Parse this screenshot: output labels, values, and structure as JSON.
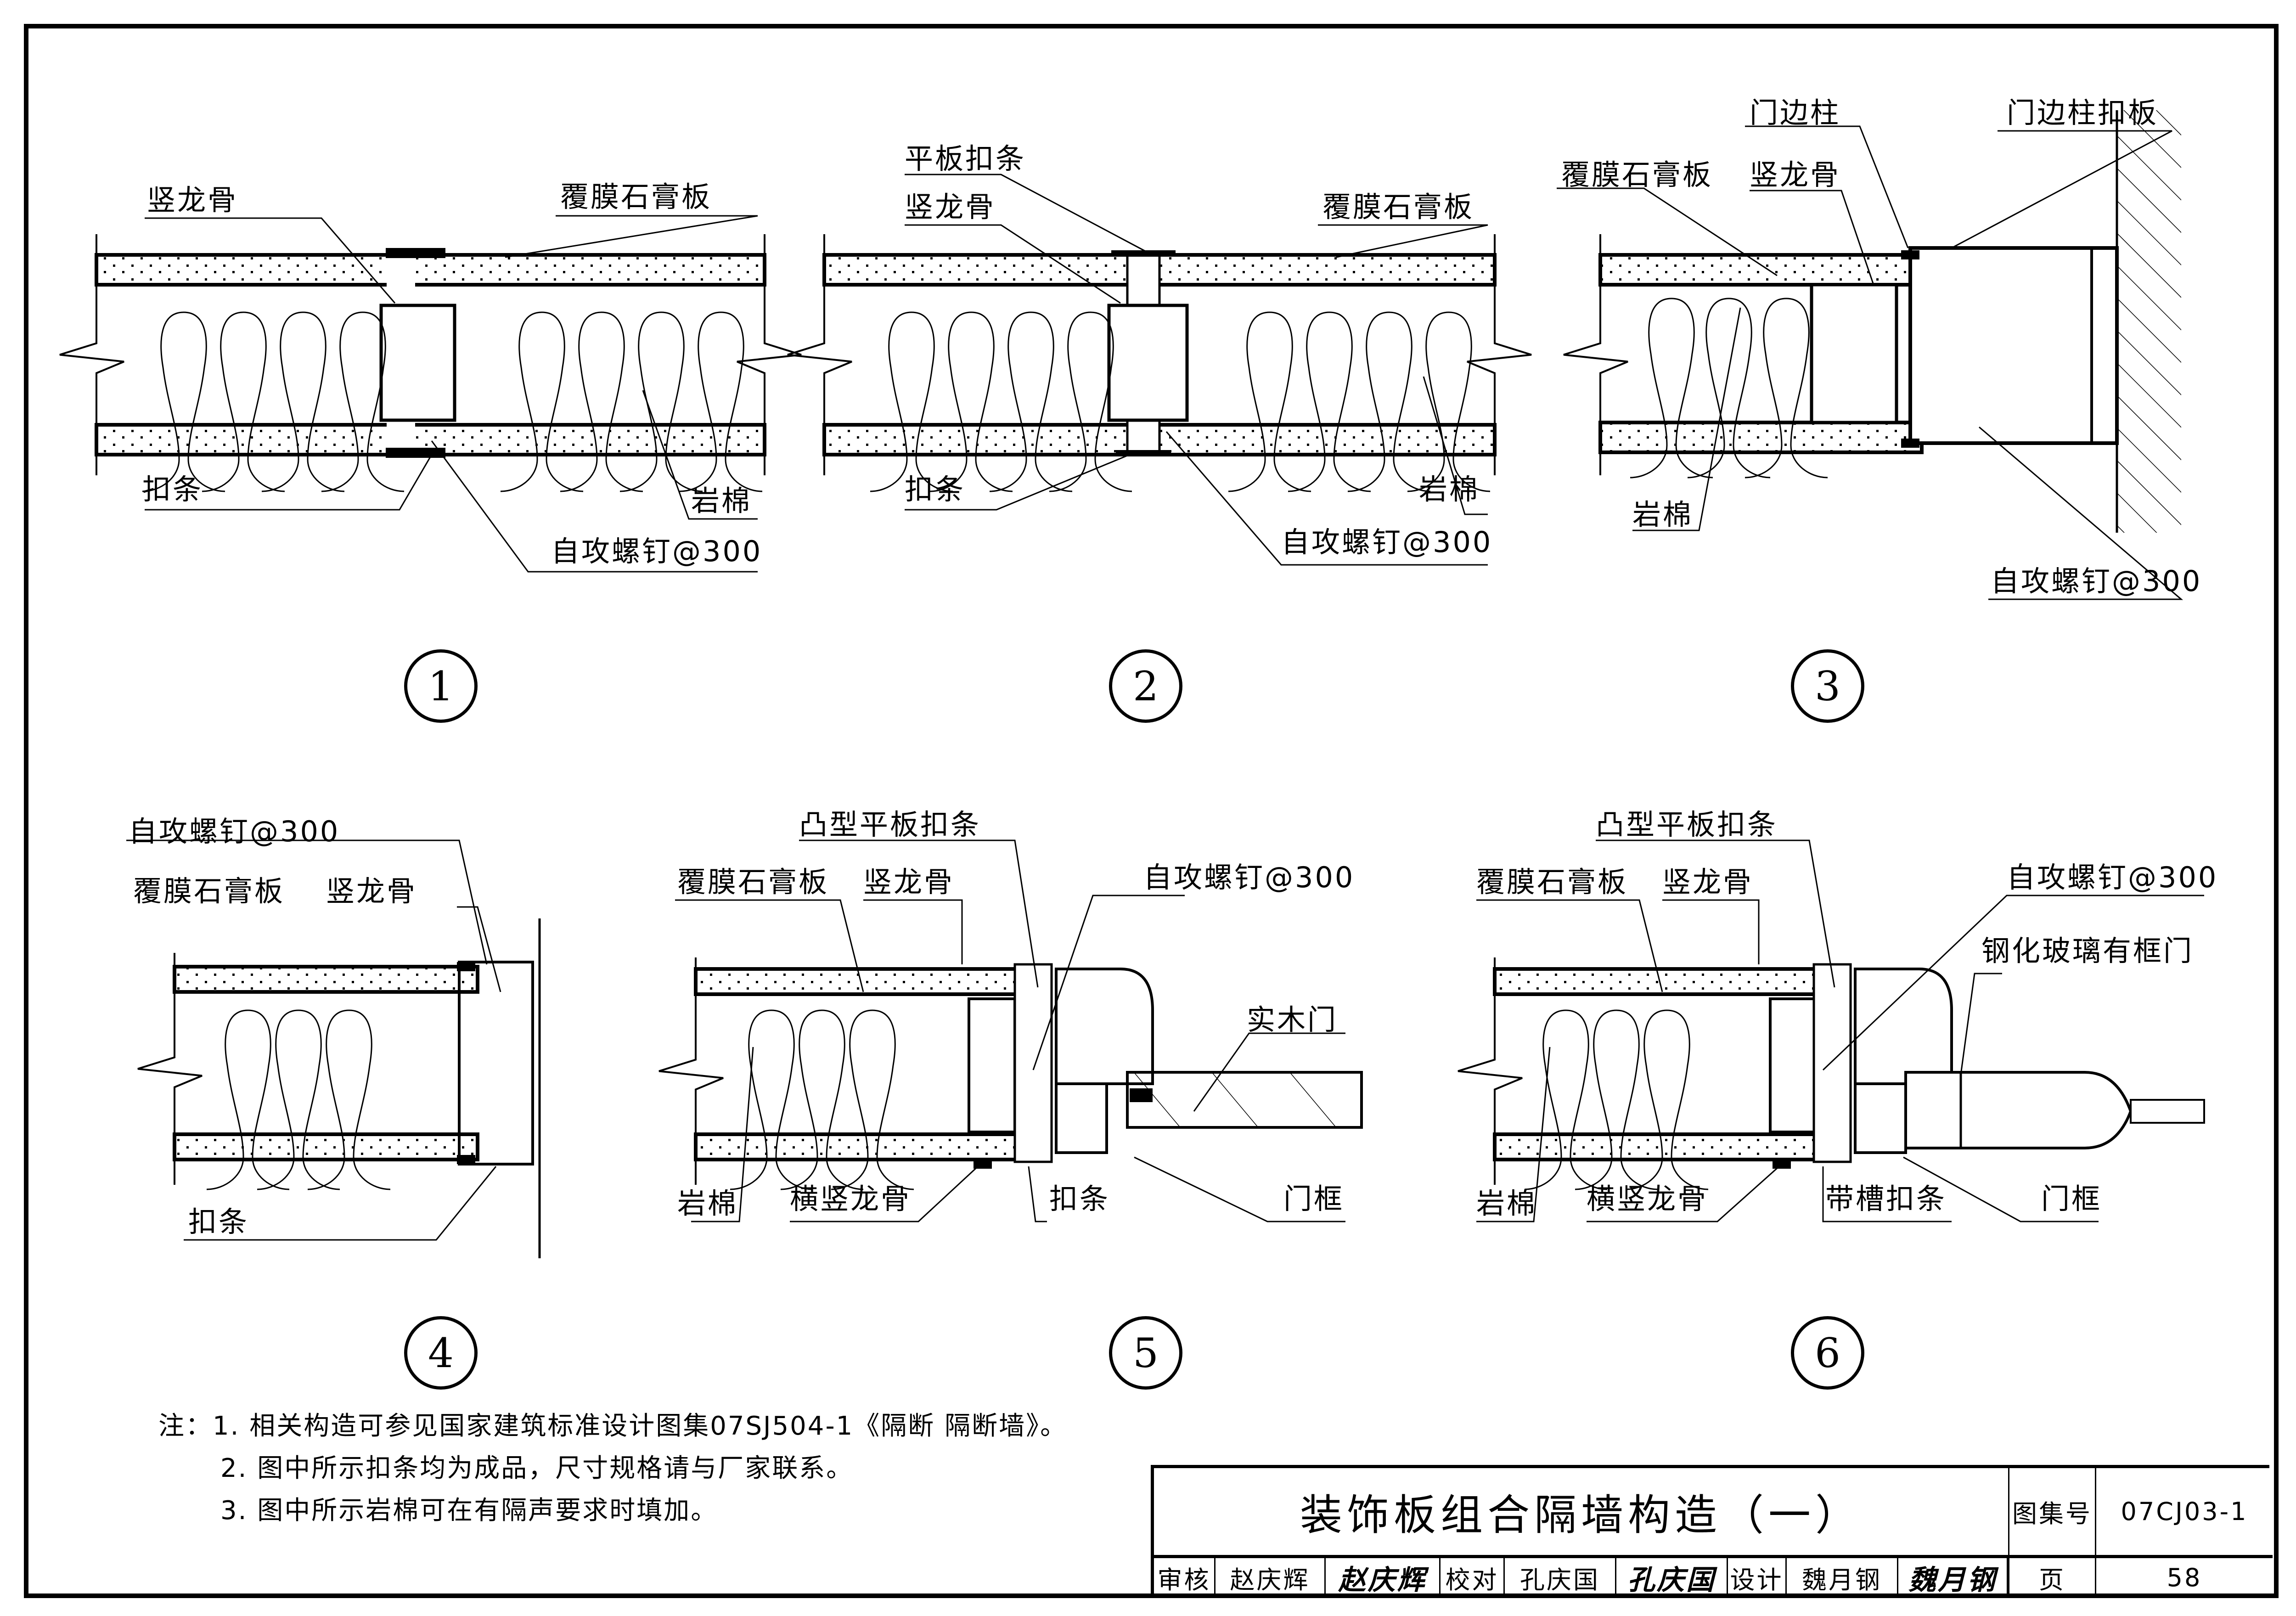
{
  "diagrams": [
    {
      "number": "1",
      "labels": {
        "stud": "竖龙骨",
        "board": "覆膜石膏板",
        "strip": "扣条",
        "rockwool": "岩棉",
        "screw": "自攻螺钉@300"
      }
    },
    {
      "number": "2",
      "labels": {
        "flat_strip": "平板扣条",
        "stud": "竖龙骨",
        "board": "覆膜石膏板",
        "strip": "扣条",
        "rockwool": "岩棉",
        "screw": "自攻螺钉@300"
      }
    },
    {
      "number": "3",
      "labels": {
        "door_post": "门边柱",
        "door_post_cover": "门边柱扣板",
        "board": "覆膜石膏板",
        "stud": "竖龙骨",
        "rockwool": "岩棉",
        "screw": "自攻螺钉@300"
      }
    },
    {
      "number": "4",
      "labels": {
        "screw": "自攻螺钉@300",
        "board": "覆膜石膏板",
        "stud": "竖龙骨",
        "strip": "扣条"
      }
    },
    {
      "number": "5",
      "labels": {
        "convex_strip": "凸型平板扣条",
        "board": "覆膜石膏板",
        "stud": "竖龙骨",
        "screw": "自攻螺钉@300",
        "door": "实木门",
        "rockwool": "岩棉",
        "cross_stud": "横竖龙骨",
        "strip": "扣条",
        "door_frame": "门框"
      }
    },
    {
      "number": "6",
      "labels": {
        "convex_strip": "凸型平板扣条",
        "board": "覆膜石膏板",
        "stud": "竖龙骨",
        "screw": "自攻螺钉@300",
        "door": "钢化玻璃有框门",
        "rockwool": "岩棉",
        "cross_stud": "横竖龙骨",
        "strip": "带槽扣条",
        "door_frame": "门框"
      }
    }
  ],
  "notes": {
    "prefix": "注：",
    "items": [
      "1. 相关构造可参见国家建筑标准设计图集07SJ504-1《隔断 隔断墙》。",
      "2. 图中所示扣条均为成品，尺寸规格请与厂家联系。",
      "3. 图中所示岩棉可在有隔声要求时填加。"
    ]
  },
  "title_block": {
    "title": "装饰板组合隔墙构造（一）",
    "atlas_label": "图集号",
    "atlas_number": "07CJ03-1",
    "page_label": "页",
    "page_number": "58",
    "review_label": "审核",
    "review_name": "赵庆辉",
    "review_signature": "赵庆辉",
    "check_label": "校对",
    "check_name": "孔庆国",
    "check_signature": "孔庆国",
    "design_label": "设计",
    "design_name": "魏月钢",
    "design_signature": "魏月钢"
  }
}
